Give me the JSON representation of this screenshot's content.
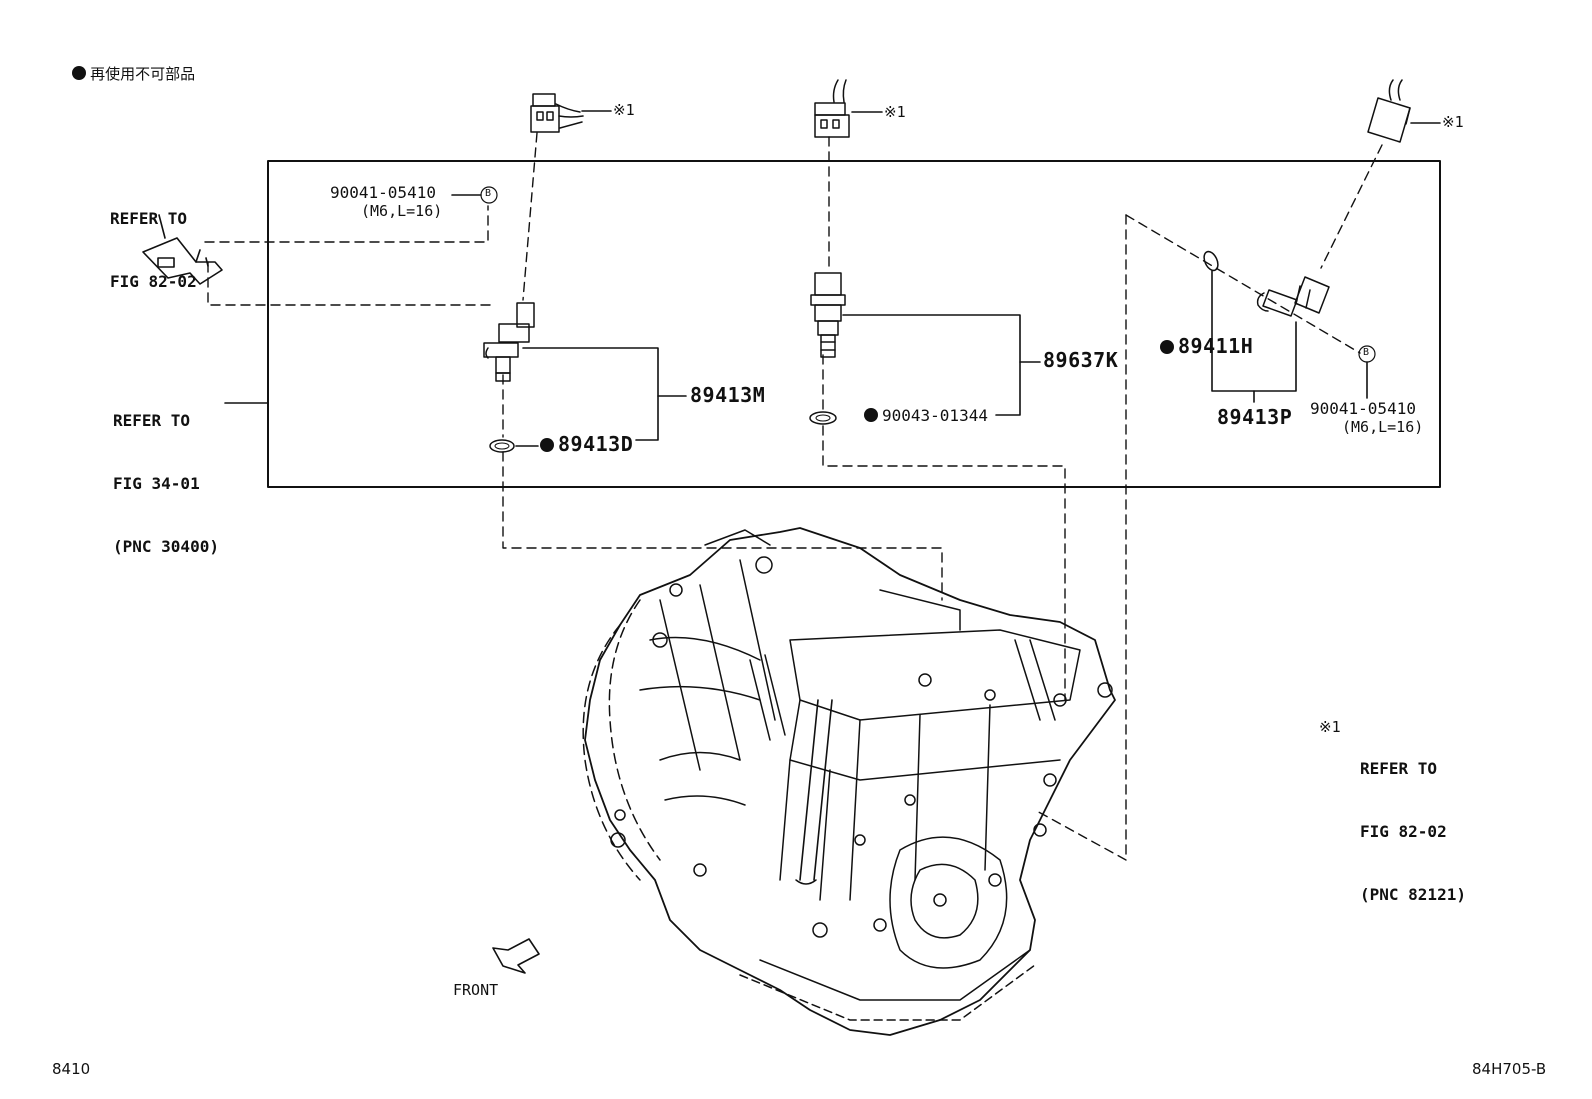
{
  "legend": {
    "text": "再使用不可部品"
  },
  "footer": {
    "left_code": "8410",
    "right_code": "84H705-B"
  },
  "notes": {
    "see_mark": "※1",
    "refer_82_02": {
      "line1": "REFER TO",
      "line2": "FIG 82-02"
    },
    "refer_34_01": {
      "line1": "REFER TO",
      "line2": "FIG 34-01",
      "line3": "(PNC 30400)"
    },
    "refer_82121": {
      "mark": "※1",
      "line1": "REFER TO",
      "line2": "FIG 82-02",
      "line3": "(PNC 82121)"
    }
  },
  "parts": {
    "p_89413M": "89413M",
    "p_89413D": "89413D",
    "p_89637K": "89637K",
    "p_90043_01344": "90043-01344",
    "p_89411H": "89411H",
    "p_89413P": "89413P",
    "bolt_left": "90041-05410",
    "bolt_left_spec": "(M6,L=16)",
    "bolt_right": "90041-05410",
    "bolt_right_spec": "(M6,L=16)",
    "bolt_mark": "B"
  },
  "direction": {
    "label": "FRONT"
  }
}
